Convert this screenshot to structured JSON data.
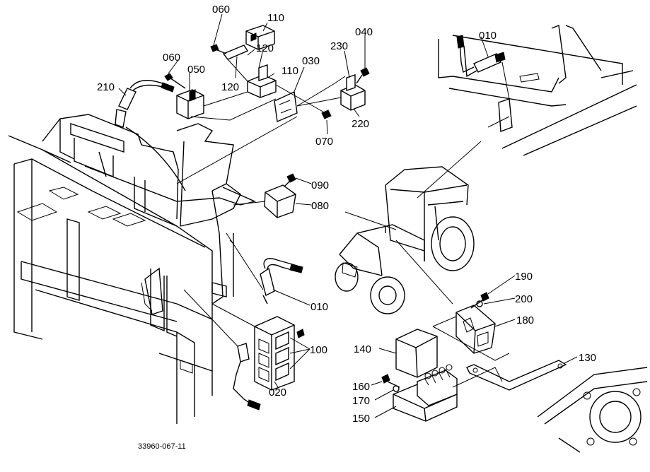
{
  "caption": "33960-067-11",
  "parts": [
    {
      "key": "p060a",
      "label": "060"
    },
    {
      "key": "p110a",
      "label": "110"
    },
    {
      "key": "p060b",
      "label": "060"
    },
    {
      "key": "p120a",
      "label": "120"
    },
    {
      "key": "p050",
      "label": "050"
    },
    {
      "key": "p110b",
      "label": "110"
    },
    {
      "key": "p030",
      "label": "030"
    },
    {
      "key": "p120b",
      "label": "120"
    },
    {
      "key": "p210",
      "label": "210"
    },
    {
      "key": "p230",
      "label": "230"
    },
    {
      "key": "p040",
      "label": "040"
    },
    {
      "key": "p070",
      "label": "070"
    },
    {
      "key": "p220",
      "label": "220"
    },
    {
      "key": "p010a",
      "label": "010"
    },
    {
      "key": "p090",
      "label": "090"
    },
    {
      "key": "p080",
      "label": "080"
    },
    {
      "key": "p010b",
      "label": "010"
    },
    {
      "key": "p100",
      "label": "100"
    },
    {
      "key": "p020",
      "label": "020"
    },
    {
      "key": "p190",
      "label": "190"
    },
    {
      "key": "p200",
      "label": "200"
    },
    {
      "key": "p180",
      "label": "180"
    },
    {
      "key": "p140",
      "label": "140"
    },
    {
      "key": "p130",
      "label": "130"
    },
    {
      "key": "p160",
      "label": "160"
    },
    {
      "key": "p170",
      "label": "170"
    },
    {
      "key": "p150",
      "label": "150"
    }
  ]
}
